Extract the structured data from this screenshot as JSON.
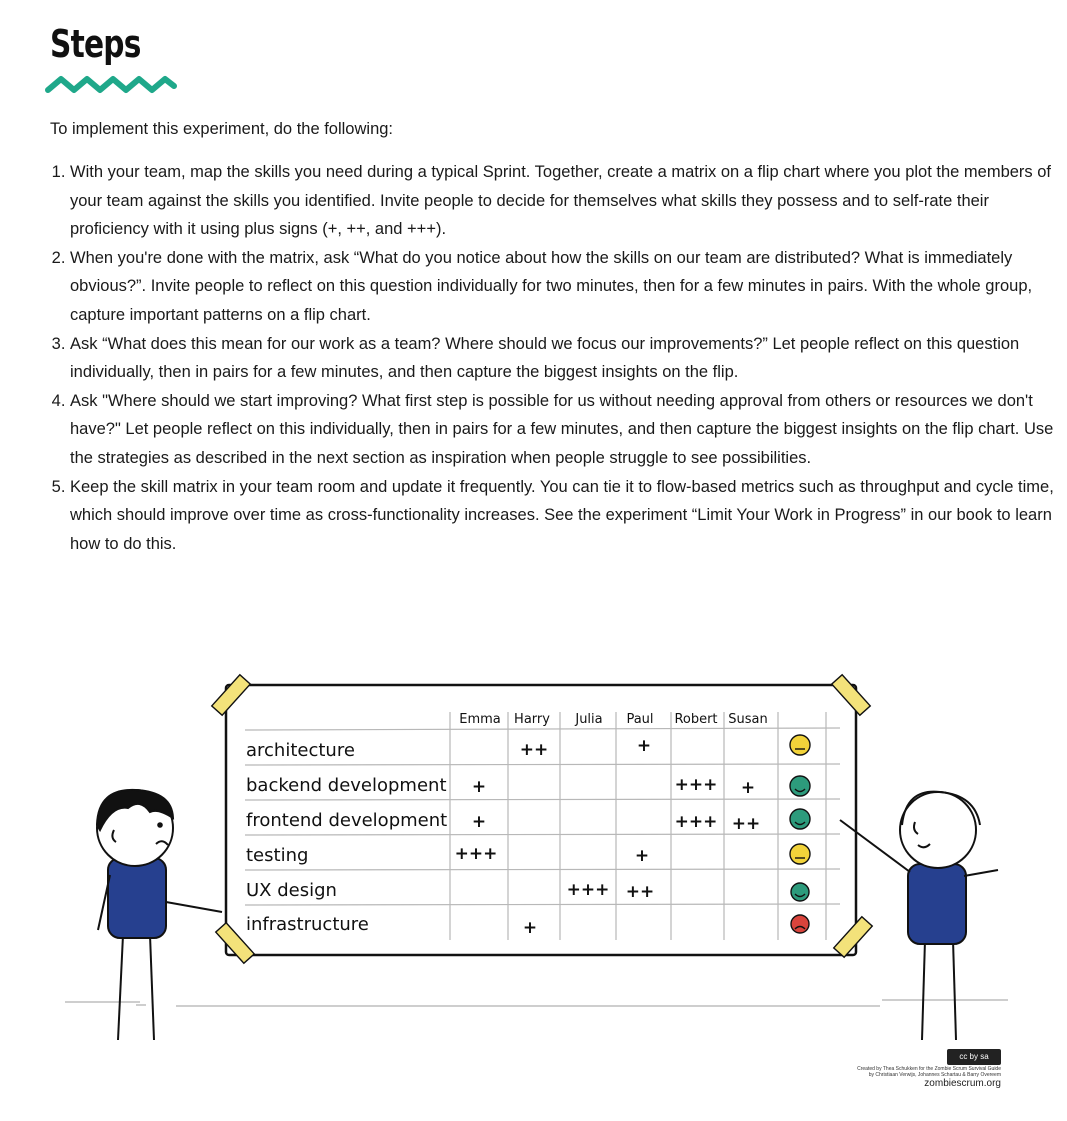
{
  "title": "Steps",
  "intro": "To implement this experiment, do the following:",
  "steps": [
    "With your team, map the skills you need during a typical Sprint. Together, create a matrix on a flip chart where you plot the members of your team against the skills you identified. Invite people to decide for themselves what skills they possess and to self-rate their proficiency with it using plus signs (+, ++, and +++).",
    "When you're done with the matrix, ask “What do you notice about how the skills on our team are distributed? What is immediately obvious?”. Invite people to reflect on this question individually for two minutes, then for a few minutes in pairs. With the whole group, capture important patterns on a flip chart.",
    "Ask “What does this mean for our work as a team? Where should we focus our improvements?” Let people reflect on this question individually, then in pairs for a few minutes, and then capture the biggest insights on the flip.",
    "Ask \"Where should we start improving? What first step is possible for us without needing approval from others or resources we don't have?\" Let people reflect on this individually, then in pairs for a few minutes, and then capture the biggest insights on the flip chart. Use the strategies as described in the next section as inspiration when people struggle to see possibilities.",
    "Keep the skill matrix in your team room and update it frequently. You can tie it to flow-based metrics such as throughput and cycle time, which should improve over time as cross-functionality increases. See the experiment “Limit Your Work in Progress” in our book to learn how to do this."
  ],
  "matrix": {
    "members": [
      "Emma",
      "Harry",
      "Julia",
      "Paul",
      "Robert",
      "Susan"
    ],
    "rows": [
      {
        "skill": "architecture",
        "cells": [
          "",
          "++",
          "",
          "+",
          "",
          ""
        ],
        "mood": "neutral"
      },
      {
        "skill": "backend development",
        "cells": [
          "+",
          "",
          "",
          "",
          "+++",
          "+"
        ],
        "mood": "happy"
      },
      {
        "skill": "frontend development",
        "cells": [
          "+",
          "",
          "",
          "",
          "+++",
          "++"
        ],
        "mood": "happy"
      },
      {
        "skill": "testing",
        "cells": [
          "+++",
          "",
          "",
          "+",
          "",
          ""
        ],
        "mood": "neutral"
      },
      {
        "skill": "UX design",
        "cells": [
          "",
          "",
          "+++",
          "++",
          "",
          ""
        ],
        "mood": "happy"
      },
      {
        "skill": "infrastructure",
        "cells": [
          "",
          "+",
          "",
          "",
          "",
          ""
        ],
        "mood": "sad"
      }
    ]
  },
  "credit": {
    "line1": "Created by Thea Schukken for the Zombie Scrum Survival Guide",
    "line2": "by Christiaan Verwijs, Johannes Schartau & Barry Overeem",
    "site": "zombiescrum.org",
    "badge": "cc by sa"
  },
  "colors": {
    "accent": "#1fa88a",
    "neutral_face": "#f2d33a",
    "happy_face": "#2d9b7c",
    "sad_face": "#d9443c",
    "shirt": "#26408f",
    "tape": "#f3e27a"
  }
}
